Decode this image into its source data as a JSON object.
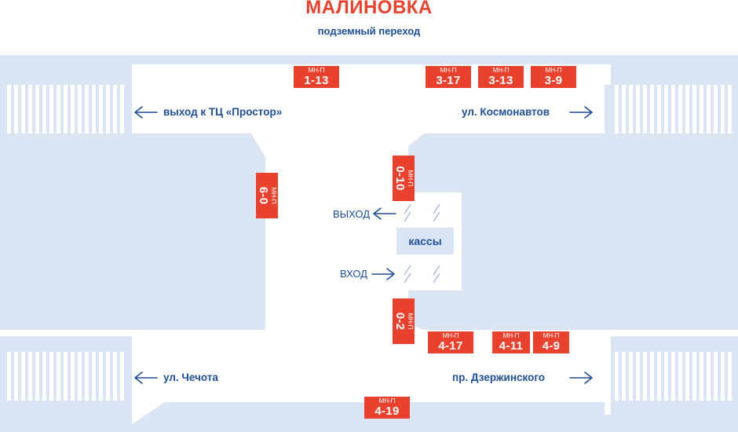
{
  "header": {
    "title": "МАЛИНОВКА",
    "subtitle": "подземный переход"
  },
  "labels": {
    "exit_mall": "выход к ТЦ «Простор»",
    "kosmonavtov": "ул. Космонавтов",
    "chechota": "ул. Чечота",
    "dzerzhinskogo": "пр. Дзержинского",
    "vyhod": "ВЫХОД",
    "vhod": "ВХОД",
    "kassy": "кассы"
  },
  "signs": [
    {
      "id": "1-13",
      "top": "МН-П",
      "num": "1-13"
    },
    {
      "id": "3-17",
      "top": "МН-П",
      "num": "3-17"
    },
    {
      "id": "3-13",
      "top": "МН-П",
      "num": "3-13"
    },
    {
      "id": "3-9",
      "top": "МН-П",
      "num": "3-9"
    },
    {
      "id": "0-10",
      "top": "МН-П",
      "num": "0-10"
    },
    {
      "id": "6-0",
      "top": "МН-П",
      "num": "6-0"
    },
    {
      "id": "0-2",
      "top": "МН-П",
      "num": "0-2"
    },
    {
      "id": "4-17",
      "top": "МН-П",
      "num": "4-17"
    },
    {
      "id": "4-11",
      "top": "МН-П",
      "num": "4-11"
    },
    {
      "id": "4-9",
      "top": "МН-П",
      "num": "4-9"
    },
    {
      "id": "4-19",
      "top": "МН-П",
      "num": "4-19"
    }
  ],
  "colors": {
    "accent": "#e8412e",
    "text": "#1f4f94",
    "road": "#dbe4f2"
  }
}
